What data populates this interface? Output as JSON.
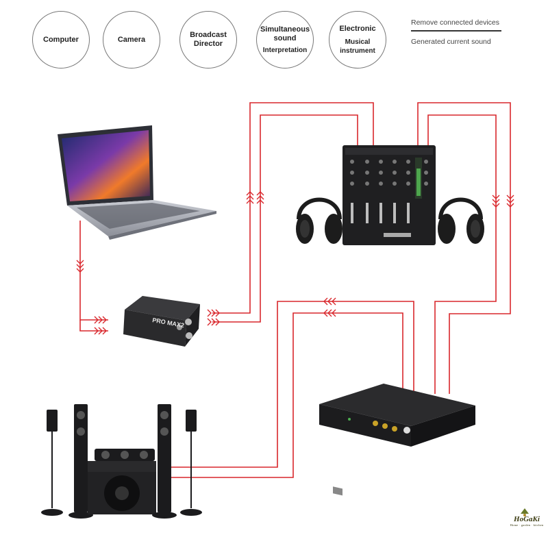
{
  "categories": [
    {
      "id": "computer",
      "lines": [
        "Computer"
      ]
    },
    {
      "id": "camera",
      "lines": [
        "Camera"
      ]
    },
    {
      "id": "broadcast",
      "lines": [
        "Broadcast",
        "Director"
      ]
    },
    {
      "id": "simultaneous",
      "lines": [
        "Simultaneous",
        "sound",
        "Interpretation"
      ]
    },
    {
      "id": "electronic",
      "lines": [
        "Electronic",
        "Musical",
        "instrument"
      ]
    }
  ],
  "legend": {
    "line1": "Remove connected devices",
    "line2": "Generated current sound"
  },
  "devices": {
    "laptop": "laptop",
    "di_box": "PRO MAX2",
    "mixer": "dj-mixer",
    "headphone_left": "headphone",
    "headphone_right": "headphone",
    "speakers": "home-theater-speakers",
    "interface": "audio-interface"
  },
  "colors": {
    "wire": "#d9262b",
    "device": "#2a2a2a",
    "accent": "#c9a227"
  },
  "brand": {
    "name": "HoGaKi",
    "tagline": "Home · garden · kitchen"
  }
}
